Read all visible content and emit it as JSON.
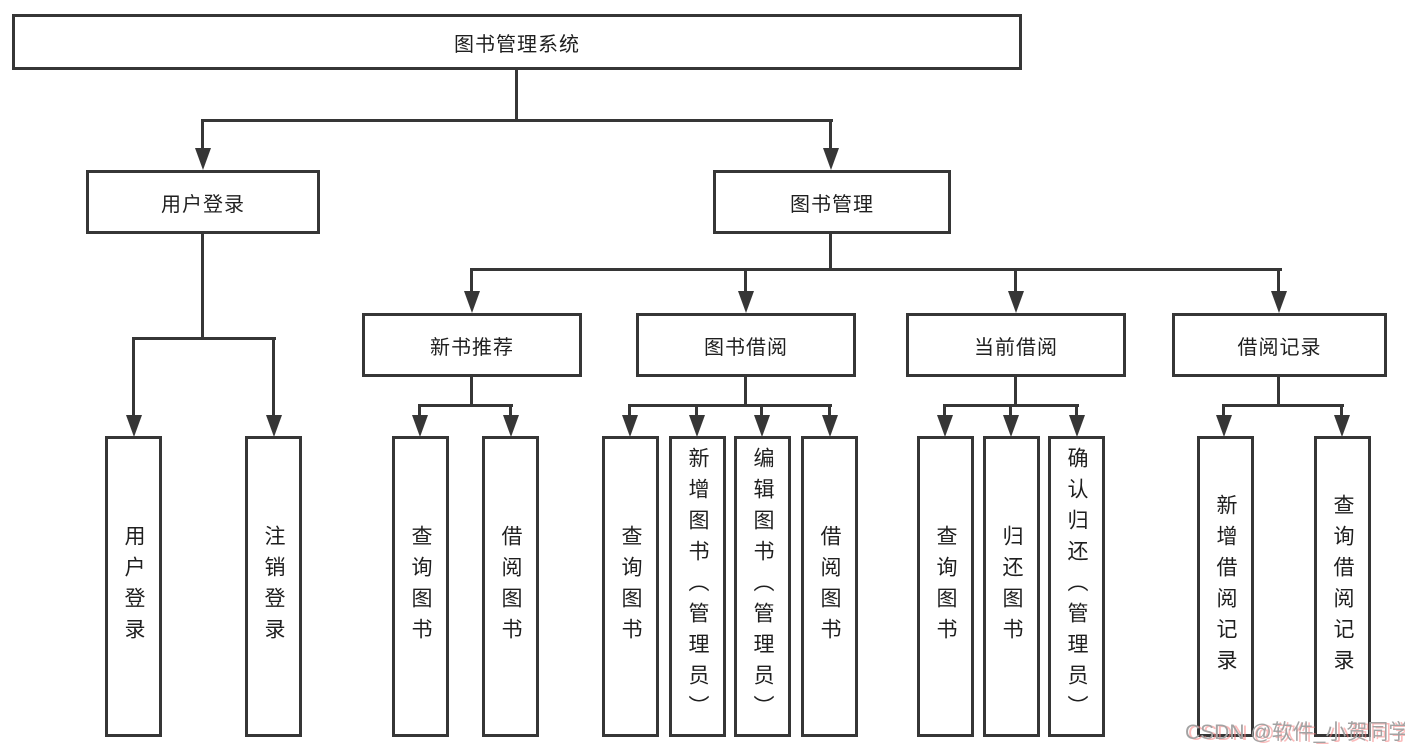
{
  "diagram": {
    "root": "图书管理系统",
    "groups": [
      {
        "label": "用户登录",
        "children": [
          "用户登录",
          "注销登录"
        ]
      },
      {
        "label": "图书管理",
        "subgroups": [
          {
            "label": "新书推荐",
            "children": [
              "查询图书",
              "借阅图书"
            ]
          },
          {
            "label": "图书借阅",
            "children": [
              "查询图书",
              "新增图书（管理员）",
              "编辑图书（管理员）",
              "借阅图书"
            ]
          },
          {
            "label": "当前借阅",
            "children": [
              "查询图书",
              "归还图书",
              "确认归还（管理员）"
            ]
          },
          {
            "label": "借阅记录",
            "children": [
              "新增借阅记录",
              "查询借阅记录"
            ]
          }
        ]
      }
    ]
  },
  "watermark": "CSDN @软件_小贺同学",
  "colors": {
    "line": "#363636",
    "text": "#1f1f1f",
    "background": "#ffffff",
    "watermark_gray": "#a3a3a3",
    "watermark_red": "#f78282"
  }
}
